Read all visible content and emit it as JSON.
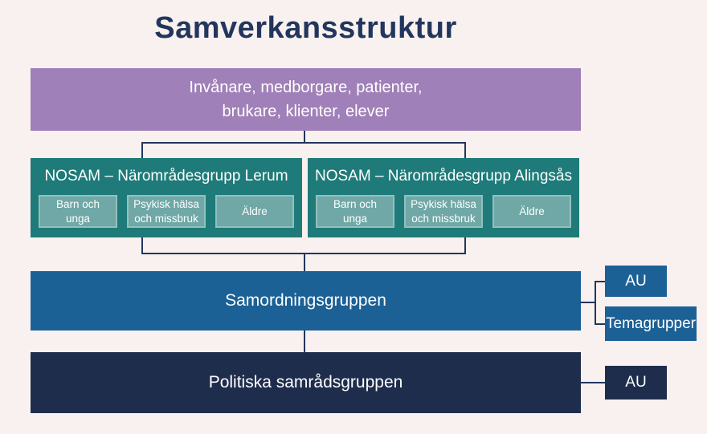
{
  "page": {
    "title": "Samverkansstruktur"
  },
  "top_box": {
    "line1": "Invånare, medborgare, patienter,",
    "line2": "brukare, klienter, elever"
  },
  "nosam_groups": [
    {
      "title": "NOSAM – Närområdesgrupp Lerum",
      "subgroups": [
        "Barn och unga",
        "Psykisk hälsa och missbruk",
        "Äldre"
      ]
    },
    {
      "title": "NOSAM – Närområdesgrupp Alingsås",
      "subgroups": [
        "Barn och unga",
        "Psykisk hälsa och missbruk",
        "Äldre"
      ]
    }
  ],
  "samordning": {
    "label": "Samordningsgruppen",
    "side_boxes": [
      "AU",
      "Temagrupper"
    ]
  },
  "politiska": {
    "label": "Politiska samrådsgruppen",
    "side_boxes": [
      "AU"
    ]
  },
  "colors": {
    "background": "#f9f1ef",
    "title_text": "#22365d",
    "top_box_purple": "#a080b8",
    "nosam_teal_dark": "#1e7b79",
    "nosam_teal_light": "#6fa8a6",
    "nosam_teal_light_border": "#93c0be",
    "blue": "#1c6196",
    "navy": "#1f2d4d",
    "connector": "#22365d",
    "text": "#ffffff"
  }
}
